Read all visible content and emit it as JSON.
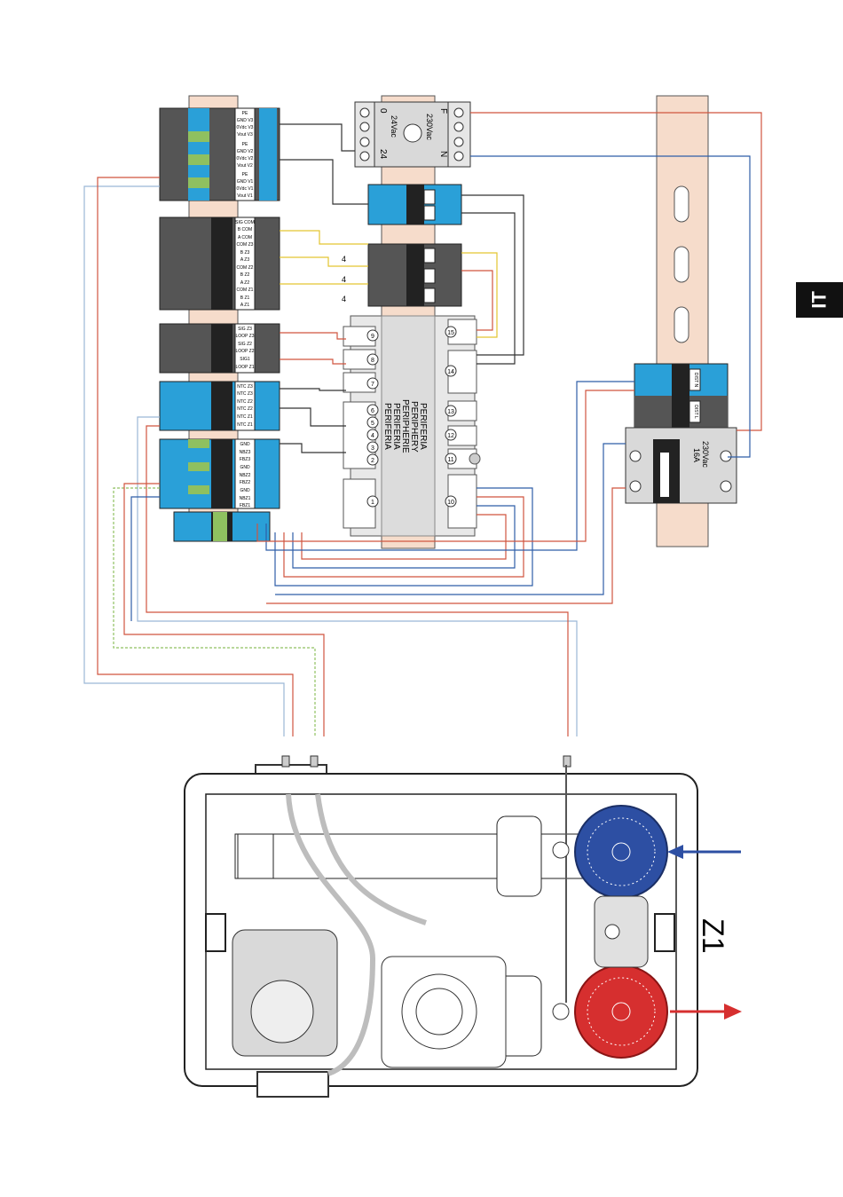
{
  "language_tab": "IT",
  "zone_label": "Z1",
  "transformer": {
    "top_left": "F",
    "top_right": "0",
    "bottom_left": "N",
    "bottom_right": "24",
    "primary": "230Vac",
    "secondary": "24Vac"
  },
  "breaker": {
    "voltage": "230Vac",
    "current": "16A"
  },
  "periphery_labels": [
    "PERIFERIA",
    "PERIPHERY",
    "PERIPHERIE",
    "PERIFERIA",
    "PERIFERIA"
  ],
  "connector_numbers": [
    "15",
    "14",
    "13",
    "12",
    "11",
    "10",
    "9",
    "8",
    "7",
    "6",
    "5",
    "4",
    "3",
    "2",
    "1"
  ],
  "wire_count_label": "4",
  "terminal_block_1": [
    "PE",
    "GND V3",
    "0Vdc V3",
    "Vout V3",
    "PE",
    "GND V2",
    "0Vdc V2",
    "Vout V2",
    "PE",
    "GND V1",
    "0Vdc V1",
    "Vout V1"
  ],
  "terminal_block_2": [
    "SIG COM",
    "B COM",
    "A COM",
    "COM Z3",
    "B Z3",
    "A Z3",
    "COM Z2",
    "B Z2",
    "A Z2",
    "COM Z1",
    "B Z1",
    "A Z1"
  ],
  "terminal_block_3": [
    "SIG Z3",
    "LOOP Z3",
    "SIG Z2",
    "LOOP Z2",
    "SIG1",
    "LOOP Z1"
  ],
  "terminal_block_4": [
    "NTC Z3",
    "NTC Z3",
    "NTC Z2",
    "NTC Z2",
    "NTC Z1",
    "NTC Z1"
  ],
  "terminal_block_5": [
    "GND",
    "NBZ3",
    "FBZ3",
    "GND",
    "NBZ2",
    "FBZ2",
    "GND",
    "NBZ1",
    "FBZ1"
  ],
  "right_block_labels": [
    "DIST N",
    "DIST L"
  ]
}
